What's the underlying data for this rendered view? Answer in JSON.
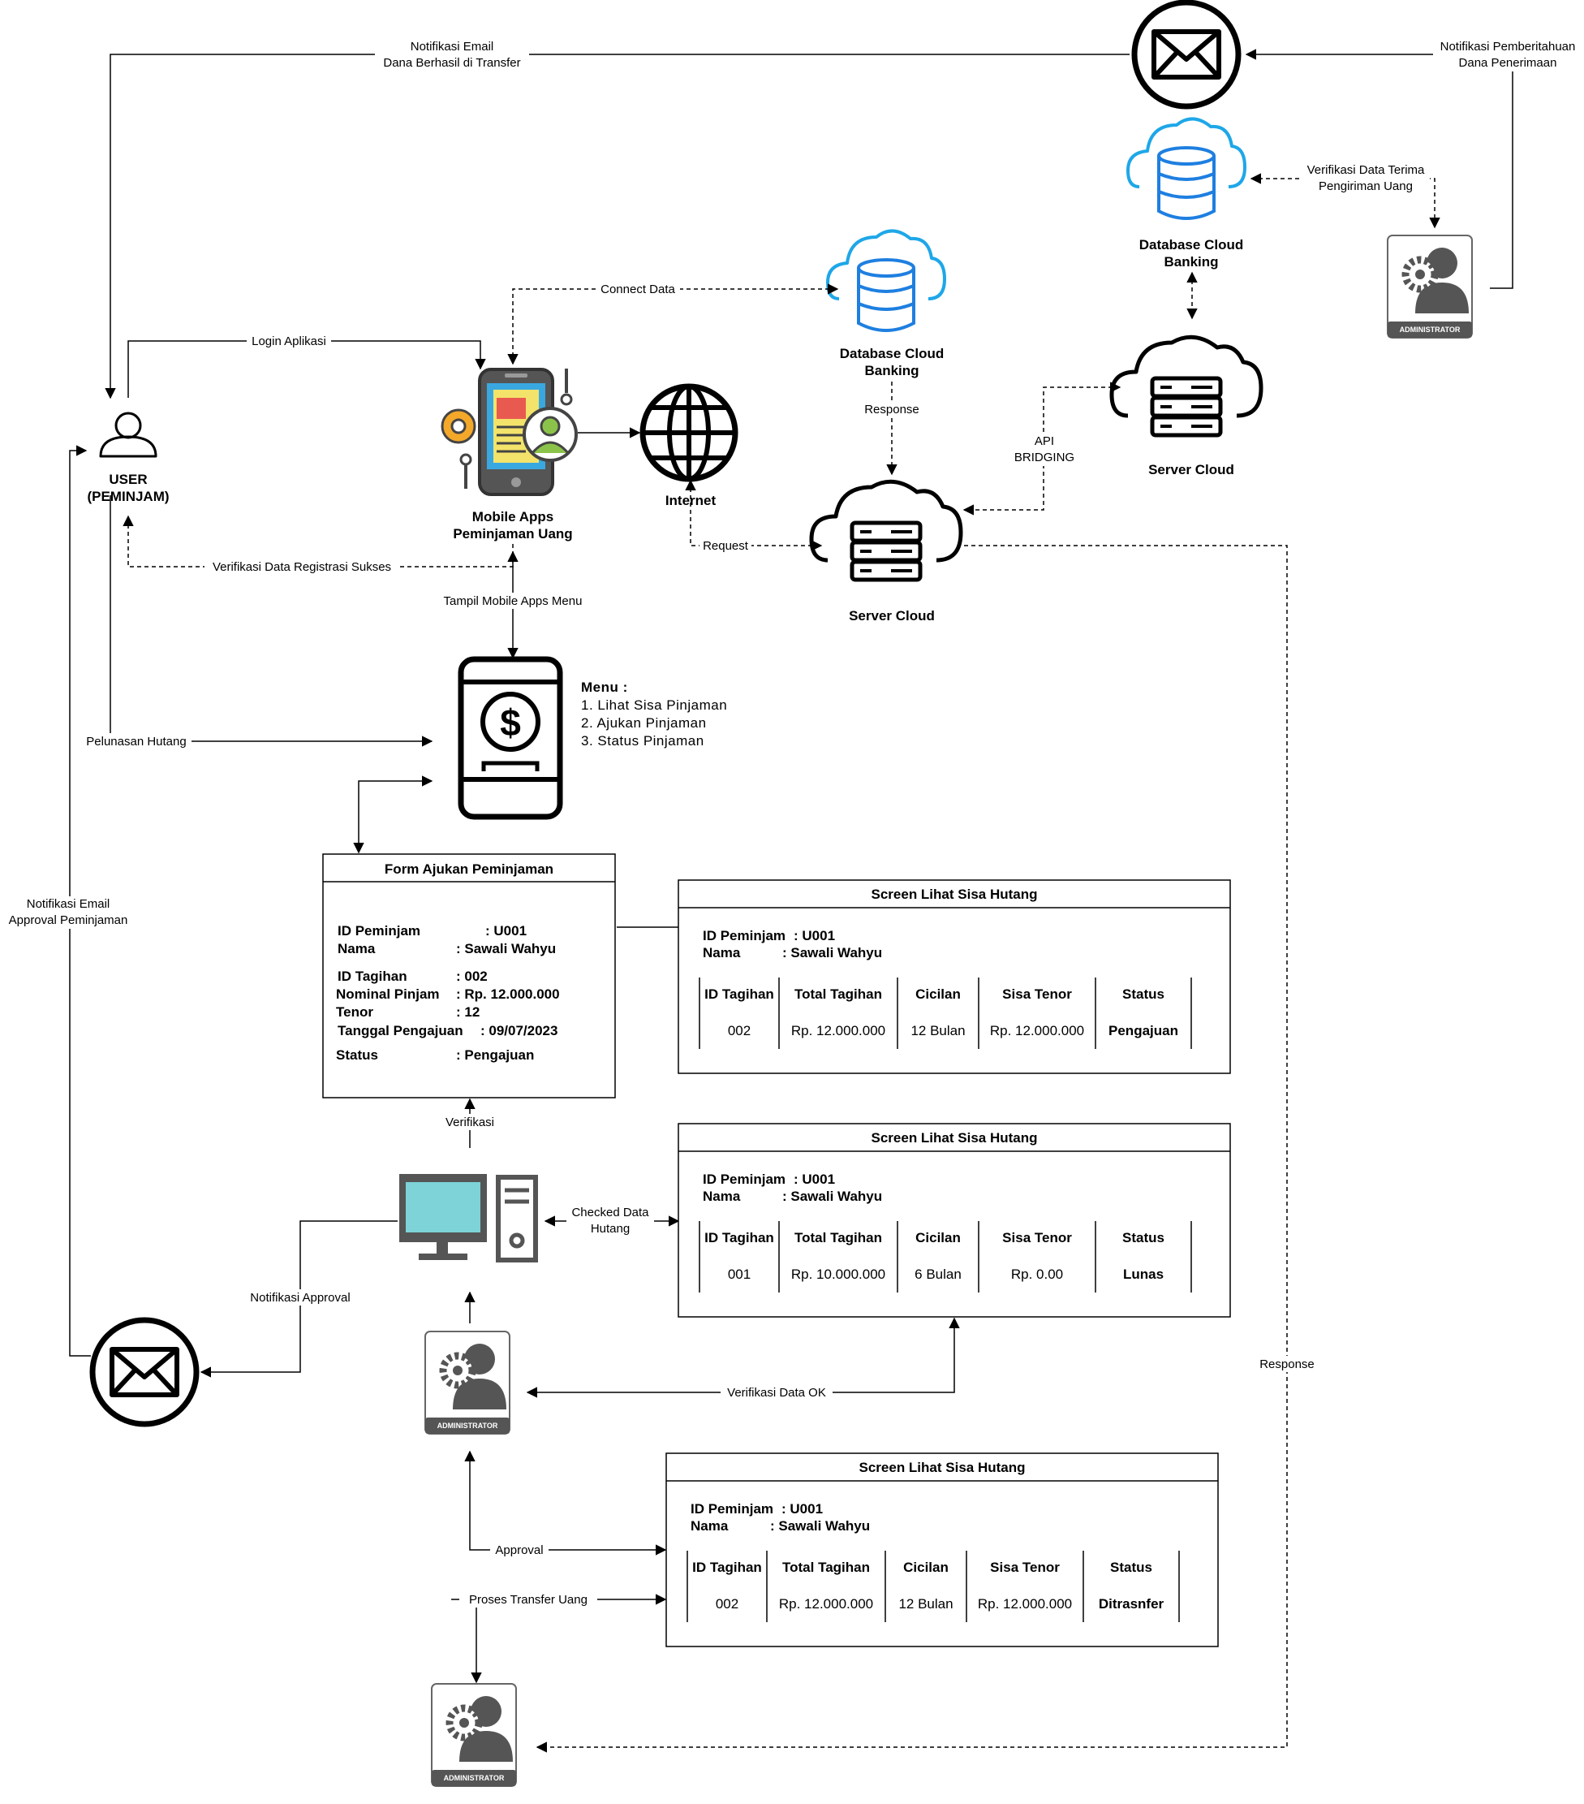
{
  "nodes": {
    "user": [
      "USER",
      "(PEMINJAM)"
    ],
    "mobile_apps": [
      "Mobile Apps",
      "Peminjaman Uang"
    ],
    "internet": "Internet",
    "db_cloud_1": [
      "Database Cloud",
      "Banking"
    ],
    "db_cloud_2": [
      "Database Cloud",
      "Banking"
    ],
    "server_cloud_1": "Server Cloud",
    "server_cloud_2": "Server Cloud",
    "admin_badge": "ADMINISTRATOR"
  },
  "edges": {
    "notif_email_transfer": [
      "Notifikasi Email",
      "Dana Berhasil di Transfer"
    ],
    "notif_pemberitahuan": [
      "Notifikasi Pemberitahuan",
      "Dana Penerimaan"
    ],
    "verifikasi_terima": [
      "Verifikasi Data Terima",
      "Pengiriman Uang"
    ],
    "connect_data": "Connect Data",
    "login": "Login Aplikasi",
    "response_top": "Response",
    "api_bridging": [
      "API",
      "BRIDGING"
    ],
    "request": "Request",
    "verifikasi_registrasi": "Verifikasi Data Registrasi Sukses",
    "tampil_menu": "Tampil Mobile Apps Menu",
    "pelunasan": "Pelunasan Hutang",
    "notif_approval_pinjam": [
      "Notifikasi Email",
      "Approval Peminjaman"
    ],
    "verifikasi": "Verifikasi",
    "checked_data": [
      "Checked Data",
      "Hutang"
    ],
    "notif_approval": "Notifikasi Approval",
    "verifikasi_ok": "Verifikasi Data OK",
    "response_right": "Response",
    "approval": "Approval",
    "proses_transfer": "Proses Transfer Uang"
  },
  "menu": {
    "title": "Menu :",
    "items": [
      "1. Lihat Sisa Pinjaman",
      "2. Ajukan Pinjaman",
      "3. Status Pinjaman"
    ]
  },
  "form": {
    "title": "Form Ajukan Peminjaman",
    "rows": [
      {
        "label": "ID Peminjam",
        "value": ": U001"
      },
      {
        "label": "Nama",
        "value": ": Sawali Wahyu"
      },
      {
        "label": "ID Tagihan",
        "value": ": 002"
      },
      {
        "label": "Nominal Pinjam",
        "value": ": Rp. 12.000.000"
      },
      {
        "label": "Tenor",
        "value": ": 12"
      },
      {
        "label": "Tanggal Pengajuan",
        "value": ": 09/07/2023"
      },
      {
        "label": "Status",
        "value": ": Pengajuan"
      }
    ]
  },
  "screens": [
    {
      "title": "Screen Lihat Sisa Hutang",
      "id_label": "ID Peminjam",
      "id_value": ": U001",
      "nama_label": "Nama",
      "nama_value": ": Sawali Wahyu",
      "headers": [
        "ID Tagihan",
        "Total Tagihan",
        "Cicilan",
        "Sisa Tenor",
        "Status"
      ],
      "row": [
        "002",
        "Rp. 12.000.000",
        "12 Bulan",
        "Rp. 12.000.000",
        "Pengajuan"
      ]
    },
    {
      "title": "Screen Lihat Sisa Hutang",
      "id_label": "ID Peminjam",
      "id_value": ": U001",
      "nama_label": "Nama",
      "nama_value": ": Sawali Wahyu",
      "headers": [
        "ID Tagihan",
        "Total Tagihan",
        "Cicilan",
        "Sisa Tenor",
        "Status"
      ],
      "row": [
        "001",
        "Rp. 10.000.000",
        "6 Bulan",
        "Rp. 0.00",
        "Lunas"
      ]
    },
    {
      "title": "Screen Lihat Sisa Hutang",
      "id_label": "ID Peminjam",
      "id_value": ": U001",
      "nama_label": "Nama",
      "nama_value": ": Sawali Wahyu",
      "headers": [
        "ID Tagihan",
        "Total Tagihan",
        "Cicilan",
        "Sisa Tenor",
        "Status"
      ],
      "row": [
        "002",
        "Rp. 12.000.000",
        "12 Bulan",
        "Rp. 12.000.000",
        "Ditrasnfer"
      ]
    }
  ]
}
